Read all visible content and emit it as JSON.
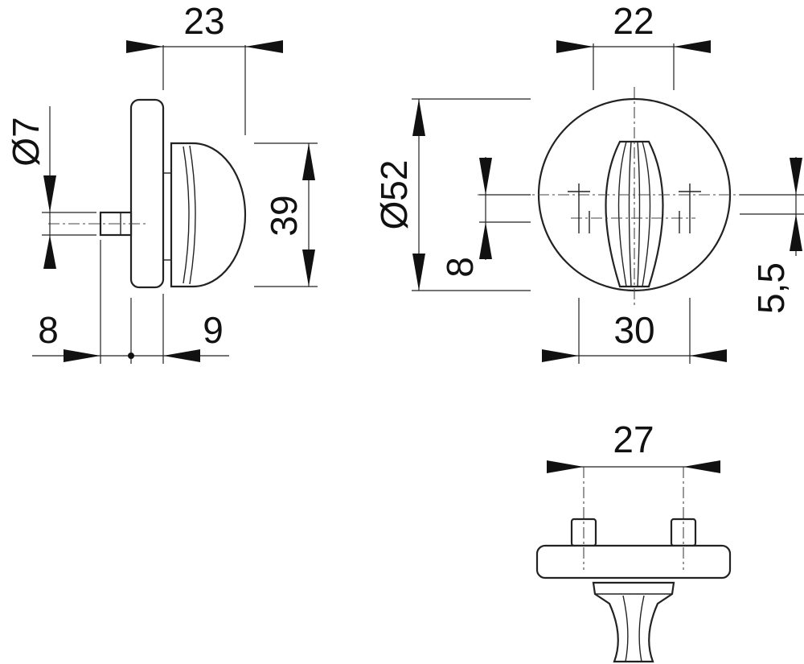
{
  "dimensions": {
    "side_depth": "23",
    "pin_diameter": "Ø7",
    "knob_height": "39",
    "pin_length": "8",
    "knob_offset": "9",
    "front_width_top": "22",
    "rose_diameter": "Ø52",
    "center_slot": "8",
    "right_offset": "5,5",
    "front_width_bottom": "30",
    "bottom_width": "27"
  }
}
